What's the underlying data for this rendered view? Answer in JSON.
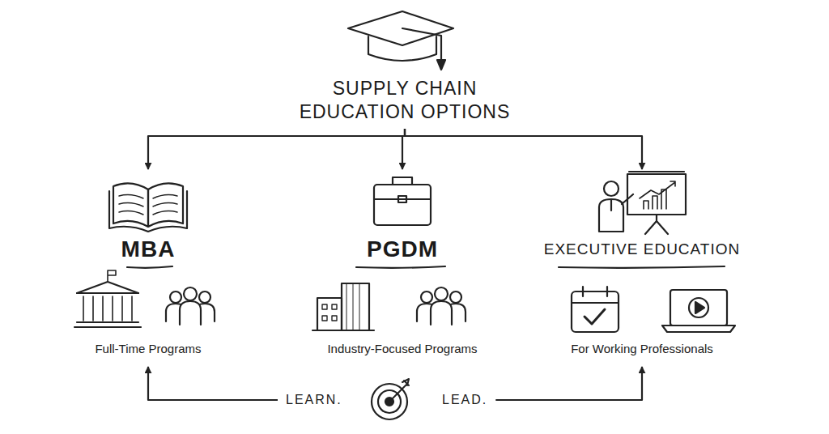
{
  "diagram": {
    "nodes": [
      {
        "text": [
          "SUPPLY CHAIN EDUCATION OPTIONS"
        ]
      },
      {
        "text": [
          "MBA",
          "Full-Time Programs"
        ]
      },
      {
        "text": [
          "PGDM",
          "Industry-Focused Programs"
        ]
      },
      {
        "text": [
          "EXECUTIVE EDUCATION",
          "For Working Professionals"
        ]
      },
      {
        "text": [
          "LEARN."
        ]
      },
      {
        "text": [
          "LEAD."
        ]
      }
    ],
    "edges": [
      {
        "from": 0,
        "to": 1,
        "arrow": "to"
      },
      {
        "from": 0,
        "to": 2,
        "arrow": "to"
      },
      {
        "from": 0,
        "to": 3,
        "arrow": "to"
      },
      {
        "from": 4,
        "to": 1,
        "arrow": "to"
      },
      {
        "from": 5,
        "to": 3,
        "arrow": "to"
      }
    ]
  }
}
